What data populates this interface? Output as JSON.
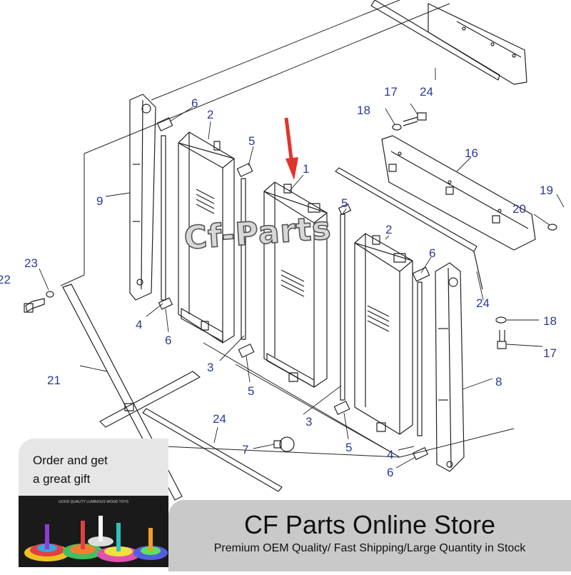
{
  "watermark": "Cf-Parts",
  "callouts": {
    "c1": "1",
    "c2a": "2",
    "c2b": "2",
    "c3a": "3",
    "c3b": "3",
    "c4a": "4",
    "c4b": "4",
    "c5a": "5",
    "c5b": "5",
    "c5c": "5",
    "c5d": "5",
    "c6a": "6",
    "c6b": "6",
    "c6c": "6",
    "c6d": "6",
    "c7": "7",
    "c8": "8",
    "c9": "9",
    "c16": "16",
    "c17a": "17",
    "c17b": "17",
    "c18a": "18",
    "c18b": "18",
    "c19": "19",
    "c20": "20",
    "c21": "21",
    "c22": "22",
    "c23": "23",
    "c24a": "24",
    "c24b": "24",
    "c24c": "24"
  },
  "promo": {
    "gift_line1": "Order and get",
    "gift_line2": "a great gift",
    "photo_caption": "GOOD QUALITY LUMINOUS WOOD TOYS"
  },
  "banner": {
    "title": "CF Parts Online Store",
    "tagline": "Premium OEM Quality/ Fast Shipping/Large Quantity in Stock"
  },
  "colors": {
    "callout": "#2a3a9a",
    "arrow": "#e2332b",
    "banner_bg": "#c9c9c9",
    "gift_bg": "#e6e6e6"
  }
}
